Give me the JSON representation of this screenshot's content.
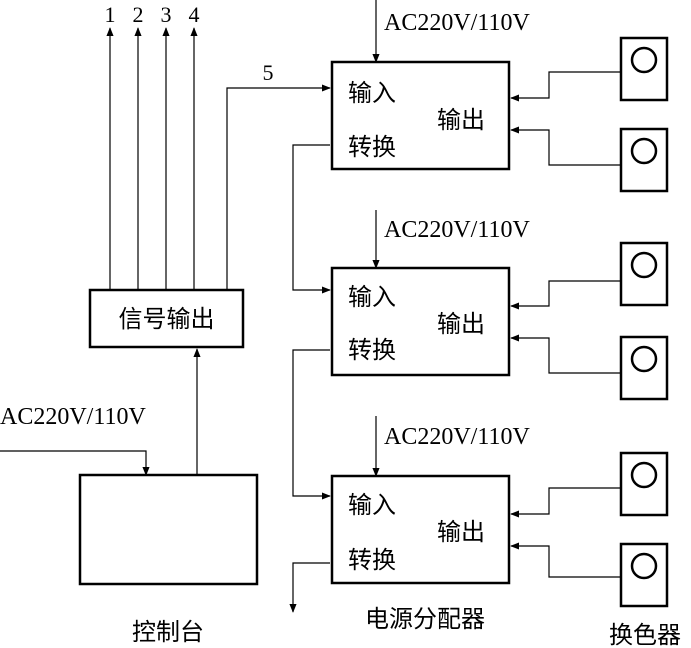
{
  "signal_output": {
    "label": "信号输出",
    "outputs": [
      "1",
      "2",
      "3",
      "4",
      "5"
    ]
  },
  "console": {
    "label": "控制台",
    "power": "AC220V/110V"
  },
  "distributors": {
    "label": "电源分配器",
    "units": [
      {
        "power": "AC220V/110V",
        "in": "输入",
        "conv": "转换",
        "out": "输出"
      },
      {
        "power": "AC220V/110V",
        "in": "输入",
        "conv": "转换",
        "out": "输出"
      },
      {
        "power": "AC220V/110V",
        "in": "输入",
        "conv": "转换",
        "out": "输出"
      }
    ]
  },
  "color_changer": {
    "label": "换色器"
  }
}
